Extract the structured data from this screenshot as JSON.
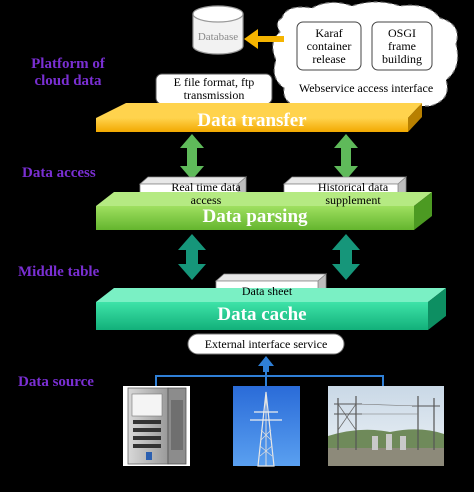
{
  "side_labels": {
    "platform": "Platform of cloud data",
    "access": "Data access",
    "middle": "Middle table",
    "source": "Data source"
  },
  "cloud": {
    "database": "Database",
    "karaf": "Karaf container release",
    "osgi": "OSGI frame building",
    "efile": "E file format, ftp transmission",
    "webservice": "Webservice access interface"
  },
  "layers": {
    "transfer": "Data transfer",
    "parsing": "Data parsing",
    "cache": "Data cache"
  },
  "access": {
    "realtime": "Real time data access",
    "historical": "Historical data supplement"
  },
  "middle": {
    "sheet": "Data sheet"
  },
  "source": {
    "external": "External interface service"
  },
  "colors": {
    "transfer": "#f5b400",
    "parsing": "#78c83c",
    "cache": "#1fc98e",
    "arrow_green": "#5fba5a",
    "arrow_teal": "#16967a",
    "label_purple": "#7a2fd3"
  }
}
